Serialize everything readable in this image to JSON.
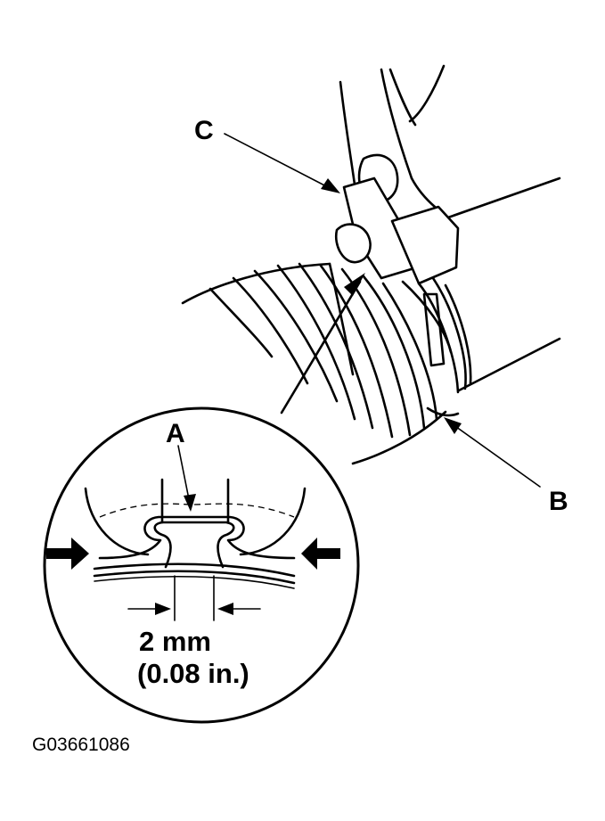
{
  "labels": {
    "a": "A",
    "b": "B",
    "c": "C"
  },
  "dimension": {
    "metric": "2 mm",
    "imperial": "(0.08 in.)"
  },
  "figure_id": "G03661086"
}
